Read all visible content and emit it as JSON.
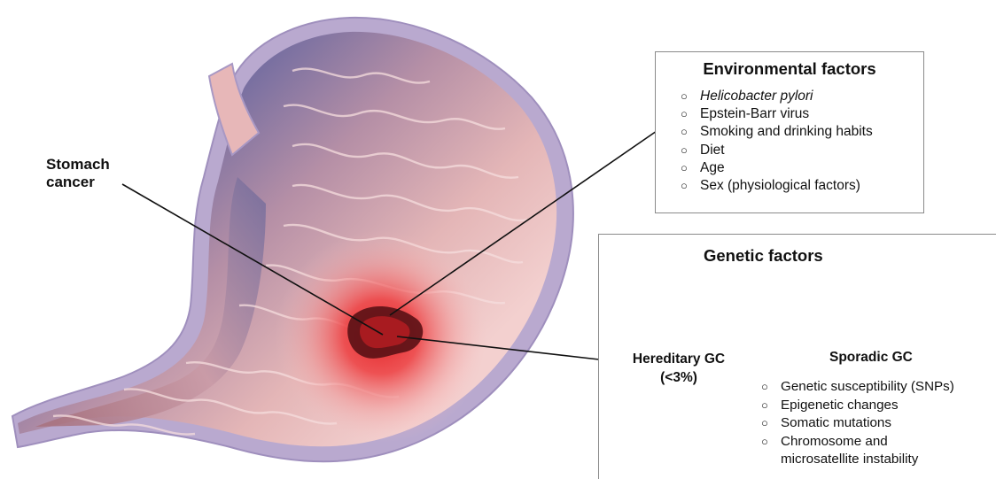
{
  "callout": {
    "stomach_cancer": [
      "Stomach",
      "cancer"
    ]
  },
  "environmental": {
    "title": "Environmental factors",
    "bullet": "○",
    "items": [
      "Helicobacter pylori",
      "Epstein-Barr virus",
      "Smoking and drinking habits",
      "Diet",
      "Age",
      "Sex (physiological factors)"
    ]
  },
  "genetic": {
    "title": "Genetic factors",
    "hereditary": [
      "Hereditary GC",
      "(<3%)"
    ],
    "sporadic": {
      "title": "Sporadic GC",
      "items": [
        "Genetic susceptibility (SNPs)",
        "Epigenetic changes",
        "Somatic mutations",
        "Chromosome and",
        "microsatellite instability"
      ]
    }
  },
  "colors": {
    "stomach_outer": "#b9a9cf",
    "stomach_inner": "#e9c3c4",
    "shadow": "#5f5a8f",
    "tumor": "#e3262a",
    "box_border": "#8a8a8a",
    "dashed": "#9a9a9a"
  }
}
